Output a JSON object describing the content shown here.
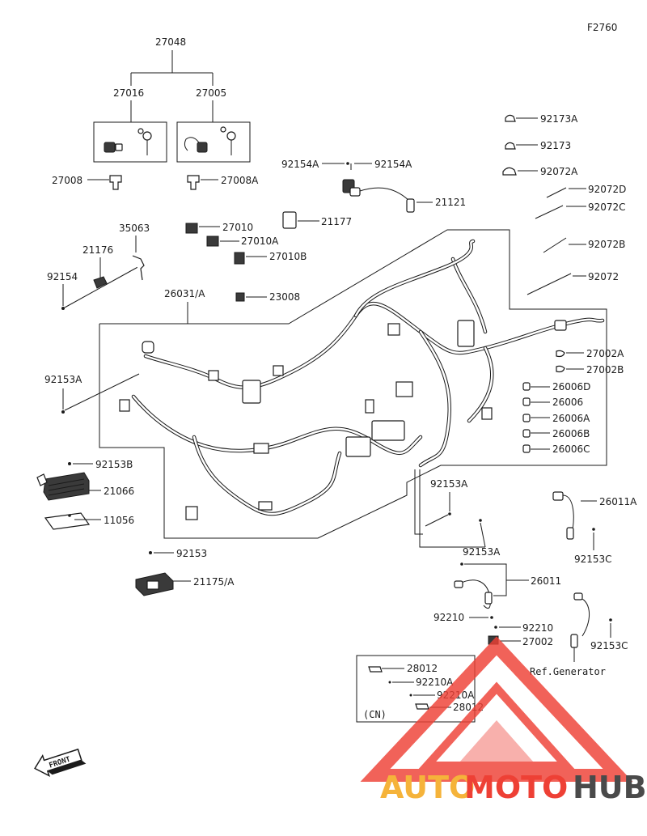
{
  "figure_code": "F2760",
  "callouts": {
    "c27048": "27048",
    "c27016": "27016",
    "c27005": "27005",
    "c27008": "27008",
    "c27008A": "27008A",
    "c92154A_1": "92154A",
    "c92154A_2": "92154A",
    "c21121": "21121",
    "c92173A": "92173A",
    "c92173": "92173",
    "c92072A": "92072A",
    "c92072D": "92072D",
    "c92072C": "92072C",
    "c92072B": "92072B",
    "c92072": "92072",
    "c35063": "35063",
    "c21176": "21176",
    "c92154": "92154",
    "c27010": "27010",
    "c27010A": "27010A",
    "c27010B": "27010B",
    "c21177": "21177",
    "c23008": "23008",
    "c26031A": "26031/A",
    "c92153A_1": "92153A",
    "c27002A": "27002A",
    "c27002B": "27002B",
    "c26006D": "26006D",
    "c26006": "26006",
    "c26006A": "26006A",
    "c26006B": "26006B",
    "c26006C": "26006C",
    "c92153B": "92153B",
    "c21066": "21066",
    "c11056": "11056",
    "c92153A_2": "92153A",
    "c26011A": "26011A",
    "c92153C_1": "92153C",
    "c92153": "92153",
    "c21175A": "21175/A",
    "c92153A_3": "92153A",
    "c26011": "26011",
    "c92210_1": "92210",
    "c92210_2": "92210",
    "c27002": "27002",
    "c92153C_2": "92153C",
    "ref_generator": "Ref.Generator",
    "c28012_1": "28012",
    "c92210A_1": "92210A",
    "c92210A_2": "92210A",
    "c28012_2": "28012",
    "cn": "(CN)"
  },
  "front_label": "FRONT",
  "watermark": {
    "part1": "AUTO",
    "part2": "MOTO",
    "part3": "HUB",
    "color1": "#f5b33a",
    "color2": "#ee4035",
    "color3": "#4a4a4a",
    "logo_color": "#ee4035"
  }
}
